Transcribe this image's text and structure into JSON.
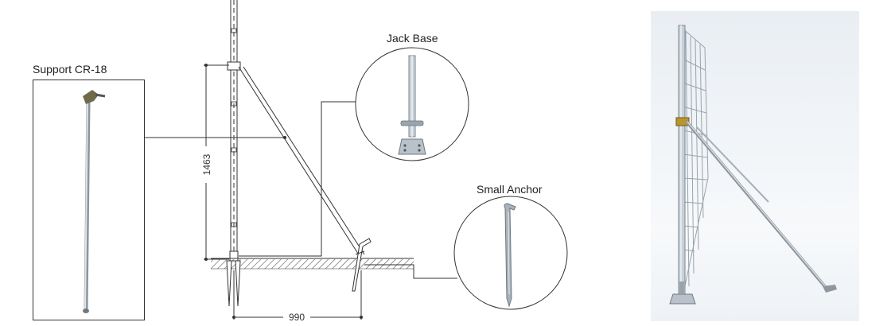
{
  "labels": {
    "support": "Support CR-18",
    "jack_base": "Jack Base",
    "small_anchor": "Small Anchor"
  },
  "dimensions": {
    "height": "1463",
    "width": "990"
  },
  "colors": {
    "line": "#333333",
    "steel_light": "#d5dbe1",
    "steel_dark": "#7d8791",
    "ground_hatch": "#555555",
    "bracket_gold": "#b8962e"
  },
  "icons": [
    "support-rod-icon",
    "jack-base-icon",
    "small-anchor-icon",
    "fence-photo-icon"
  ]
}
